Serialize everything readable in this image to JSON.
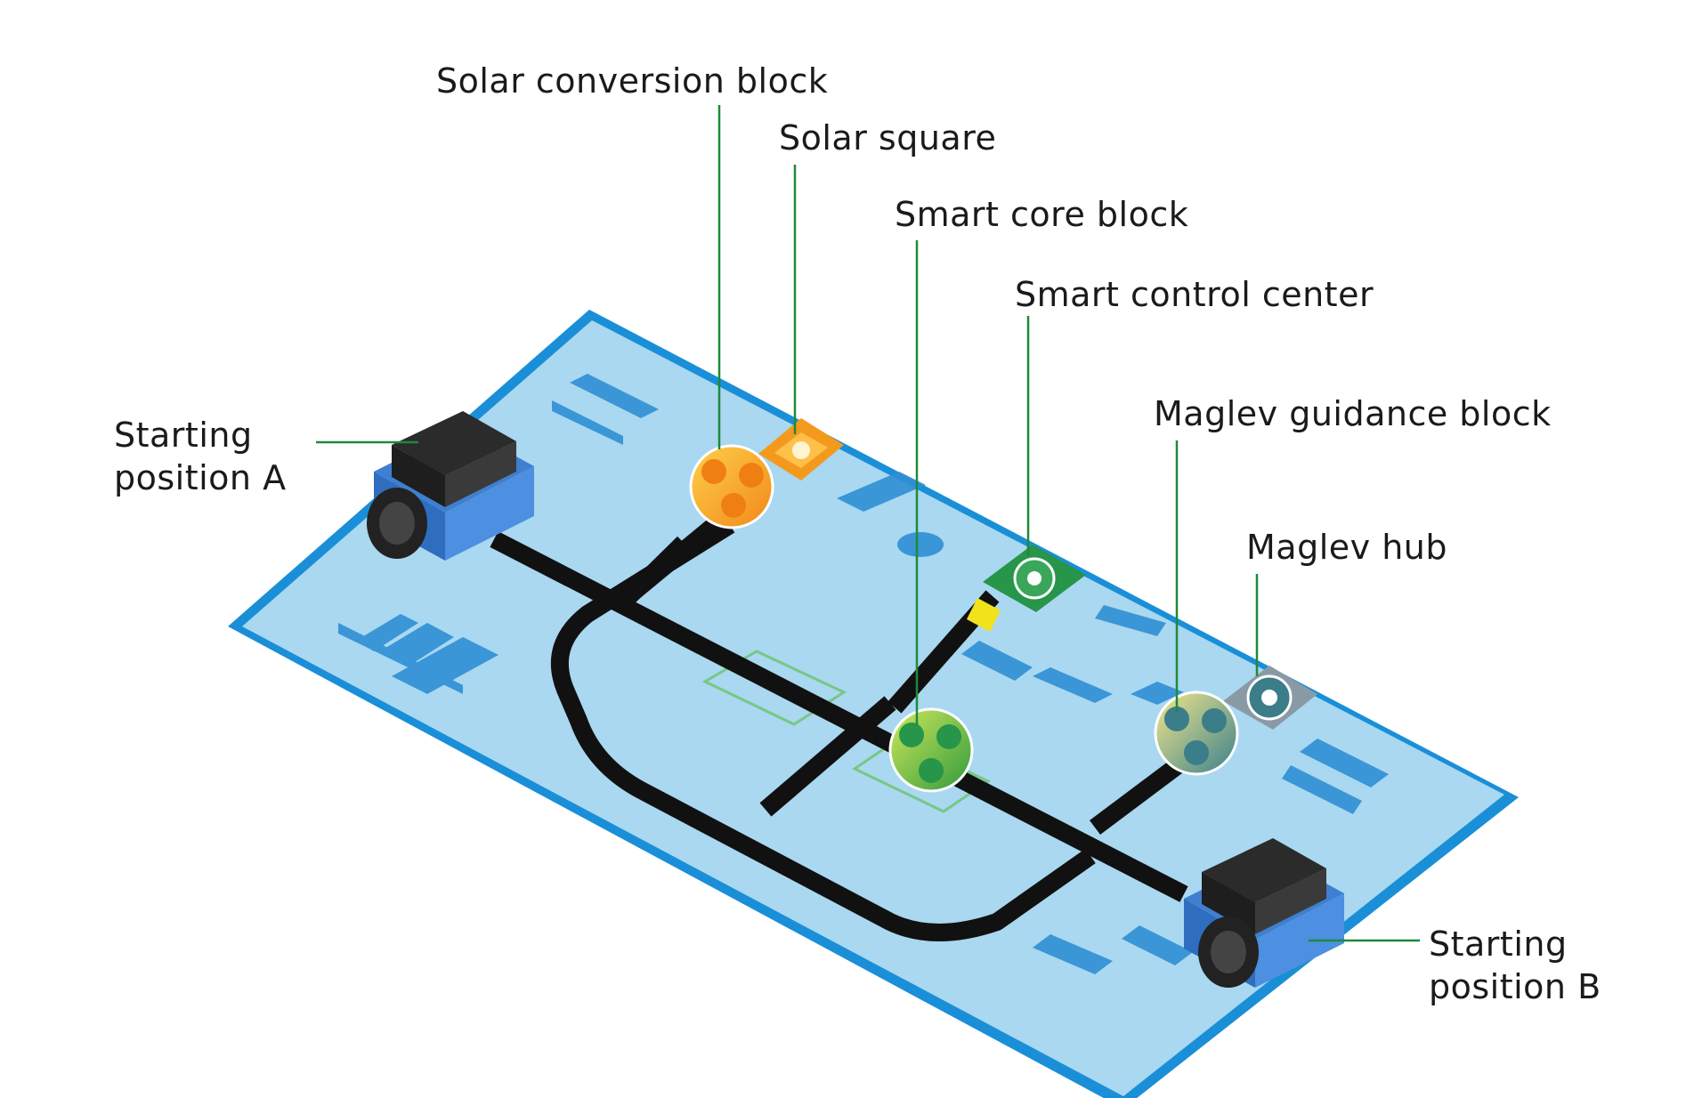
{
  "labels": {
    "solar_conversion_block": "Solar conversion block",
    "solar_square": "Solar square",
    "smart_core_block": "Smart core block",
    "smart_control_center": "Smart control center",
    "maglev_guidance_block": "Maglev guidance block",
    "maglev_hub": "Maglev hub",
    "starting_position_a": [
      "Starting",
      "position A"
    ],
    "starting_position_b": [
      "Starting",
      "position B"
    ]
  },
  "colors": {
    "mat_light": "#a9d8f0",
    "mat_border": "#1a8fd8",
    "mat_detail": "#2f8fd4",
    "track": "#111111",
    "leader_line": "#1e8a3a",
    "solar_orange": "#f39a1e",
    "solar_yellow": "#ffd84a",
    "smart_green": "#27954a",
    "maglev_teal": "#3b7d89",
    "yellow_strip": "#f2e21c",
    "robot_body": "#3f7fd0",
    "robot_dark": "#2b2b2b"
  }
}
